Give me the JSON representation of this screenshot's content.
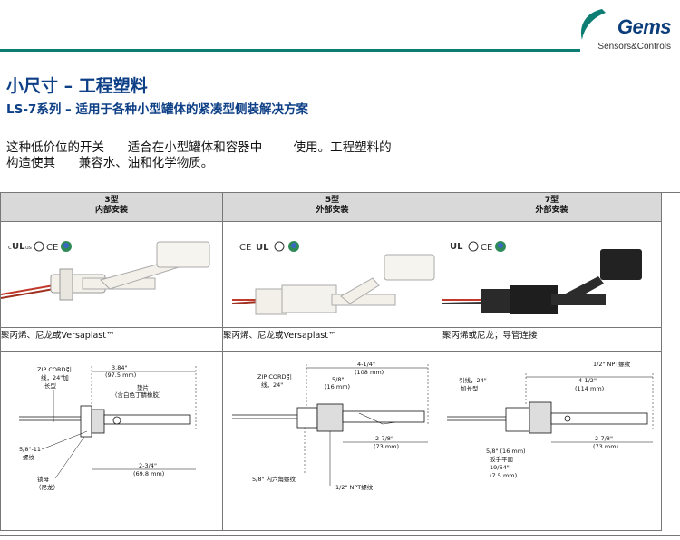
{
  "header": {
    "brand": "Gems",
    "brand_sub": "Sensors&Controls",
    "accent": "#0d7d74",
    "title_color": "#0d3f86"
  },
  "title": "小尺寸 – 工程塑料",
  "subtitle": "LS-7系列 – 适用于各种小型罐体的紧凑型侧装解决方案",
  "intro": "这种低价位的开关      适合在小型罐体和容器中        使用。工程塑料的\n构造使其      兼容水、油和化学物质。",
  "columns": [
    {
      "type": "3型",
      "mount": "内部安装",
      "certs_icon": "ul-csa-ce-rohs-icons",
      "description": "聚丙烯、尼龙或Versaplast™",
      "dims": {
        "zip_cord": "ZIP CORD引",
        "zip_cord2": "线，24\"加",
        "zip_cord3": "长型",
        "len1": "3.84\"",
        "len1_mm": "(97.5 mm)",
        "gasket": "垫片",
        "gasket2": "（含白色丁腈橡胶）",
        "thread": "5/8\"-11",
        "thread2": "螺纹",
        "nut": "锁母",
        "nut2": "（尼龙）",
        "len2": "2-3/4\"",
        "len2_mm": "(69.8 mm)"
      }
    },
    {
      "type": "5型",
      "mount": "外部安装",
      "certs_icon": "ce-ul-csa-rohs-icons",
      "description": "聚丙烯、尼龙或Versaplast™",
      "dims": {
        "zip_cord": "ZIP CORD引",
        "zip_cord2": "线，24\"",
        "len1": "4-1/4\"",
        "len1_mm": "(108 mm)",
        "len_a": "5/8\"",
        "len_a_mm": "(16 mm)",
        "len2": "2-7/8\"",
        "len2_mm": "(73 mm)",
        "hex": "5/8\" 内六角螺纹",
        "npt": "1/2\" NPT螺纹"
      }
    },
    {
      "type": "7型",
      "mount": "外部安装",
      "certs_icon": "ul-csa-ce-rohs-icons",
      "description": "聚丙烯或尼龙；导管连接",
      "dims": {
        "npt": "1/2\" NPT螺纹",
        "lead": "引线，24\"",
        "lead2": "加长型",
        "len1": "4-1/2\"",
        "len1_mm": "(114 mm)",
        "flat": "5/8\" (16 mm)",
        "flat2": "扳手平面",
        "flat3": "19/64\"",
        "flat4": "(7.5 mm)",
        "len2": "2-7/8\"",
        "len2_mm": "(73 mm)"
      }
    }
  ]
}
